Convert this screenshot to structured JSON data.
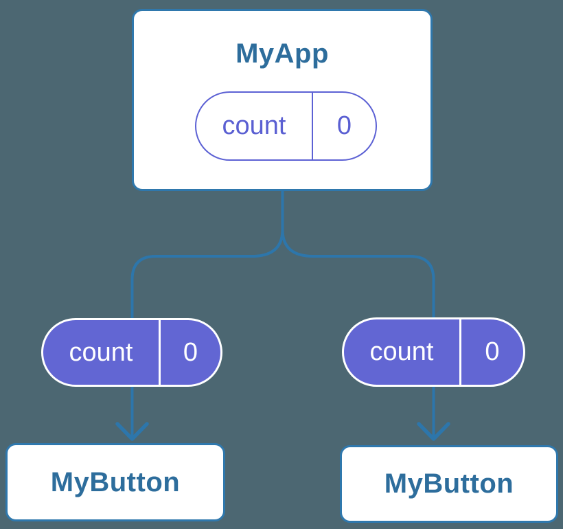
{
  "diagram": {
    "background_color": "#4c6772",
    "line_color": "#2d76ab",
    "card_border_color": "#2f78ad",
    "title_color": "#2d6d9c",
    "pill_fill_color": "#6266d3",
    "pill_outline_color": "#5c61d4",
    "pill_text_on_fill_color": "#ffffff"
  },
  "root": {
    "title": "MyApp",
    "state": {
      "name": "count",
      "value": "0"
    }
  },
  "children": [
    {
      "title": "MyButton",
      "state": {
        "name": "count",
        "value": "0"
      }
    },
    {
      "title": "MyButton",
      "state": {
        "name": "count",
        "value": "0"
      }
    }
  ]
}
